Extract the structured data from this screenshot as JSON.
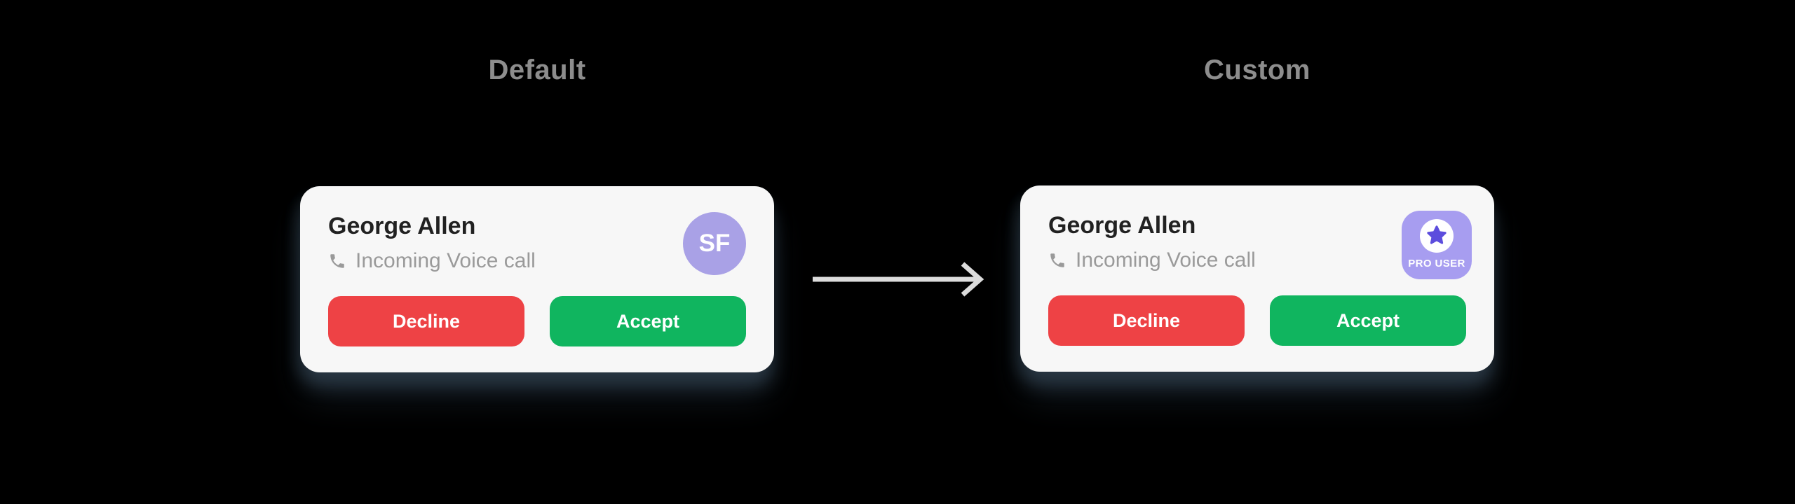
{
  "page": {
    "background_color": "#000000"
  },
  "sections": [
    {
      "title": "Default",
      "card": {
        "name": "George Allen",
        "subtitle": "Incoming Voice call",
        "avatar_initials": "SF",
        "buttons": [
          {
            "label": "Decline"
          },
          {
            "label": "Accept"
          }
        ]
      }
    },
    {
      "title": "Custom",
      "card": {
        "name": "George Allen",
        "subtitle": "Incoming Voice call",
        "badge_label": "PRO USER",
        "buttons": [
          {
            "label": "Decline"
          },
          {
            "label": "Accept"
          }
        ]
      }
    }
  ],
  "icons": {
    "phone": "phone-receiver-icon",
    "star": "star-icon",
    "arrow": "right-arrow-icon"
  },
  "colors": {
    "background": "#000000",
    "card_background": "#f7f7f7",
    "section_title_text": "#8d8d8d",
    "name_text": "#212121",
    "subtitle_text": "#9a9a9a",
    "decline_red": "#ee4245",
    "accept_green": "#10b55f",
    "avatar_purple": "#a9a1e6",
    "badge_purple": "#a79df0",
    "star_purple": "#5c4ddd",
    "arrow_gray": "#dcdcdc"
  }
}
